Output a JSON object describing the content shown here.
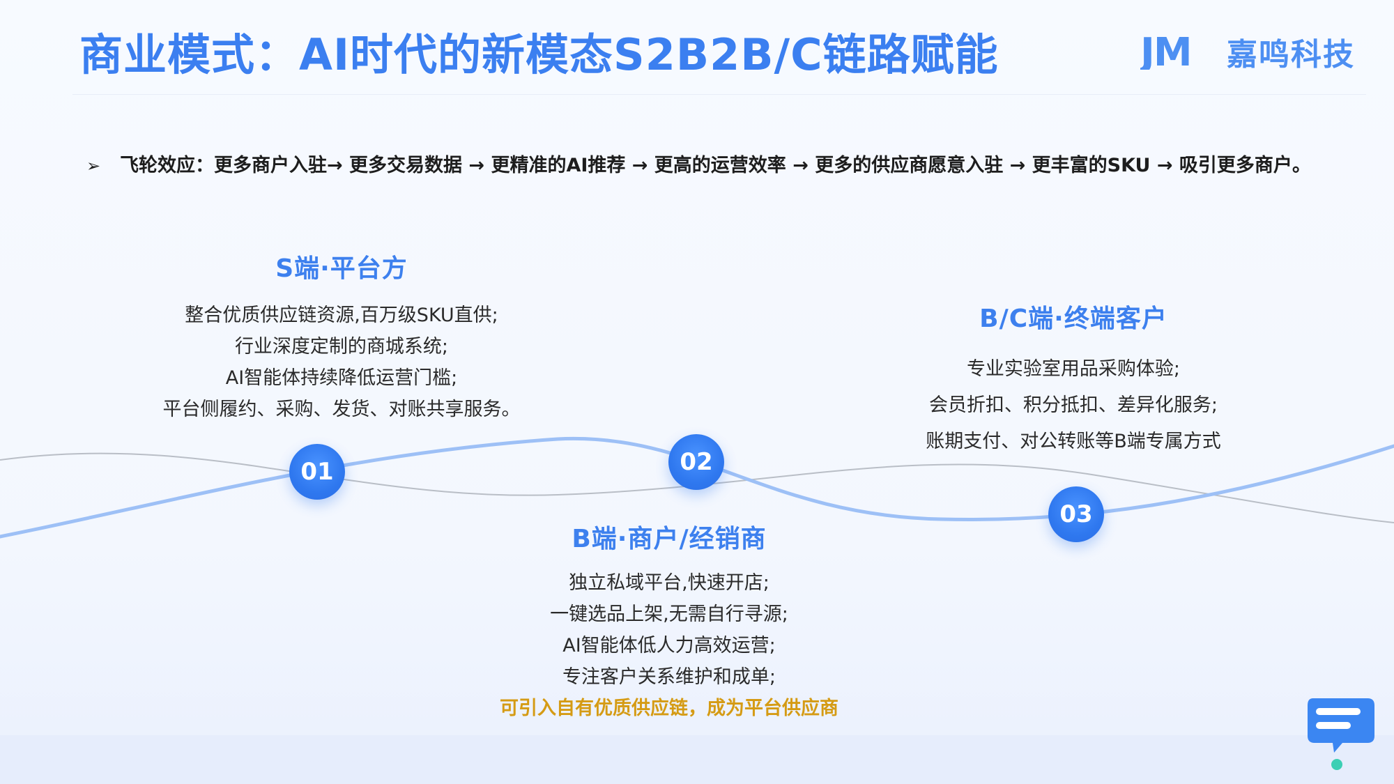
{
  "header": {
    "title": "商业模式：AI时代的新模态S2B2B/C链路赋能",
    "logo_mark": "JM",
    "logo_text": "嘉鸣科技"
  },
  "flywheel": {
    "bullet": "➢",
    "text": "飞轮效应：更多商户入驻→ 更多交易数据 → 更精准的AI推荐 → 更高的运营效率 → 更多的供应商愿意入驻 → 更丰富的SKU → 吸引更多商户。"
  },
  "nodes": [
    "01",
    "02",
    "03"
  ],
  "sections": {
    "s": {
      "title": "S端·平台方",
      "lines": [
        "整合优质供应链资源,百万级SKU直供;",
        "行业深度定制的商城系统;",
        "AI智能体持续降低运营门槛;",
        "平台侧履约、采购、发货、对账共享服务。"
      ]
    },
    "b": {
      "title": "B端·商户/经销商",
      "lines": [
        "独立私域平台,快速开店;",
        "一键选品上架,无需自行寻源;",
        "AI智能体低人力高效运营;",
        "专注客户关系维护和成单;"
      ],
      "highlight": "可引入自有优质供应链，成为平台供应商"
    },
    "bc": {
      "title": "B/C端·终端客户",
      "lines": [
        "专业实验室用品采购体验;",
        "会员折扣、积分抵扣、差异化服务;",
        "账期支付、对公转账等B端专属方式"
      ]
    }
  },
  "colors": {
    "accent": "#3b7ff0",
    "node": "#2f78ef",
    "highlight": "#d59b14",
    "wave_blue": "#9dc0f6",
    "wave_gray": "#b9bec6"
  },
  "icons": {
    "logo": "jm-logo-icon",
    "chat": "chat-bubble-icon"
  }
}
